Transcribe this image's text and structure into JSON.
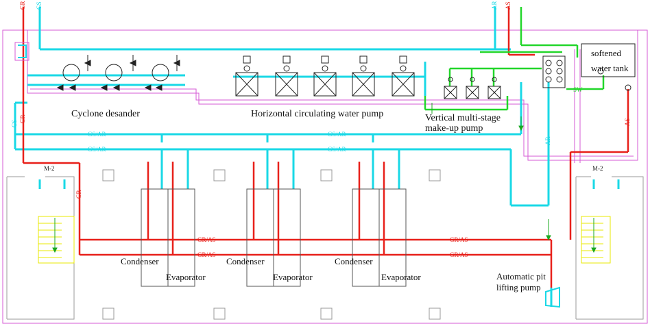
{
  "colors": {
    "cyan": "#19d8e6",
    "red": "#e8201a",
    "magenta": "#d65ad6",
    "green": "#22d62a",
    "yellow": "#e8e800",
    "gray": "#9a9a9a",
    "dark": "#222222"
  },
  "labels": {
    "cyclone": "Cyclone desander",
    "horizontal_pump": "Horizontal circulating water pump",
    "vertical_pump_1": "Vertical multi-stage",
    "vertical_pump_2": "make-up pump",
    "softened_1": "softened",
    "softened_2": "water tank",
    "condenser": "Condenser",
    "evaporator": "Evaporator",
    "pit_1": "Automatic pit",
    "pit_2": "lifting pump"
  },
  "pipe_codes": {
    "gr": "GR",
    "gs": "GS",
    "ar": "AR",
    "as": "AS",
    "gs_ar": "GS/AR",
    "gr_as": "GR/AS",
    "sw": "SW",
    "m2": "M-2"
  },
  "icons": {
    "pump": "pump-icon",
    "valve": "valve-icon",
    "tank": "water-tank-icon",
    "stair": "staircase-icon"
  }
}
